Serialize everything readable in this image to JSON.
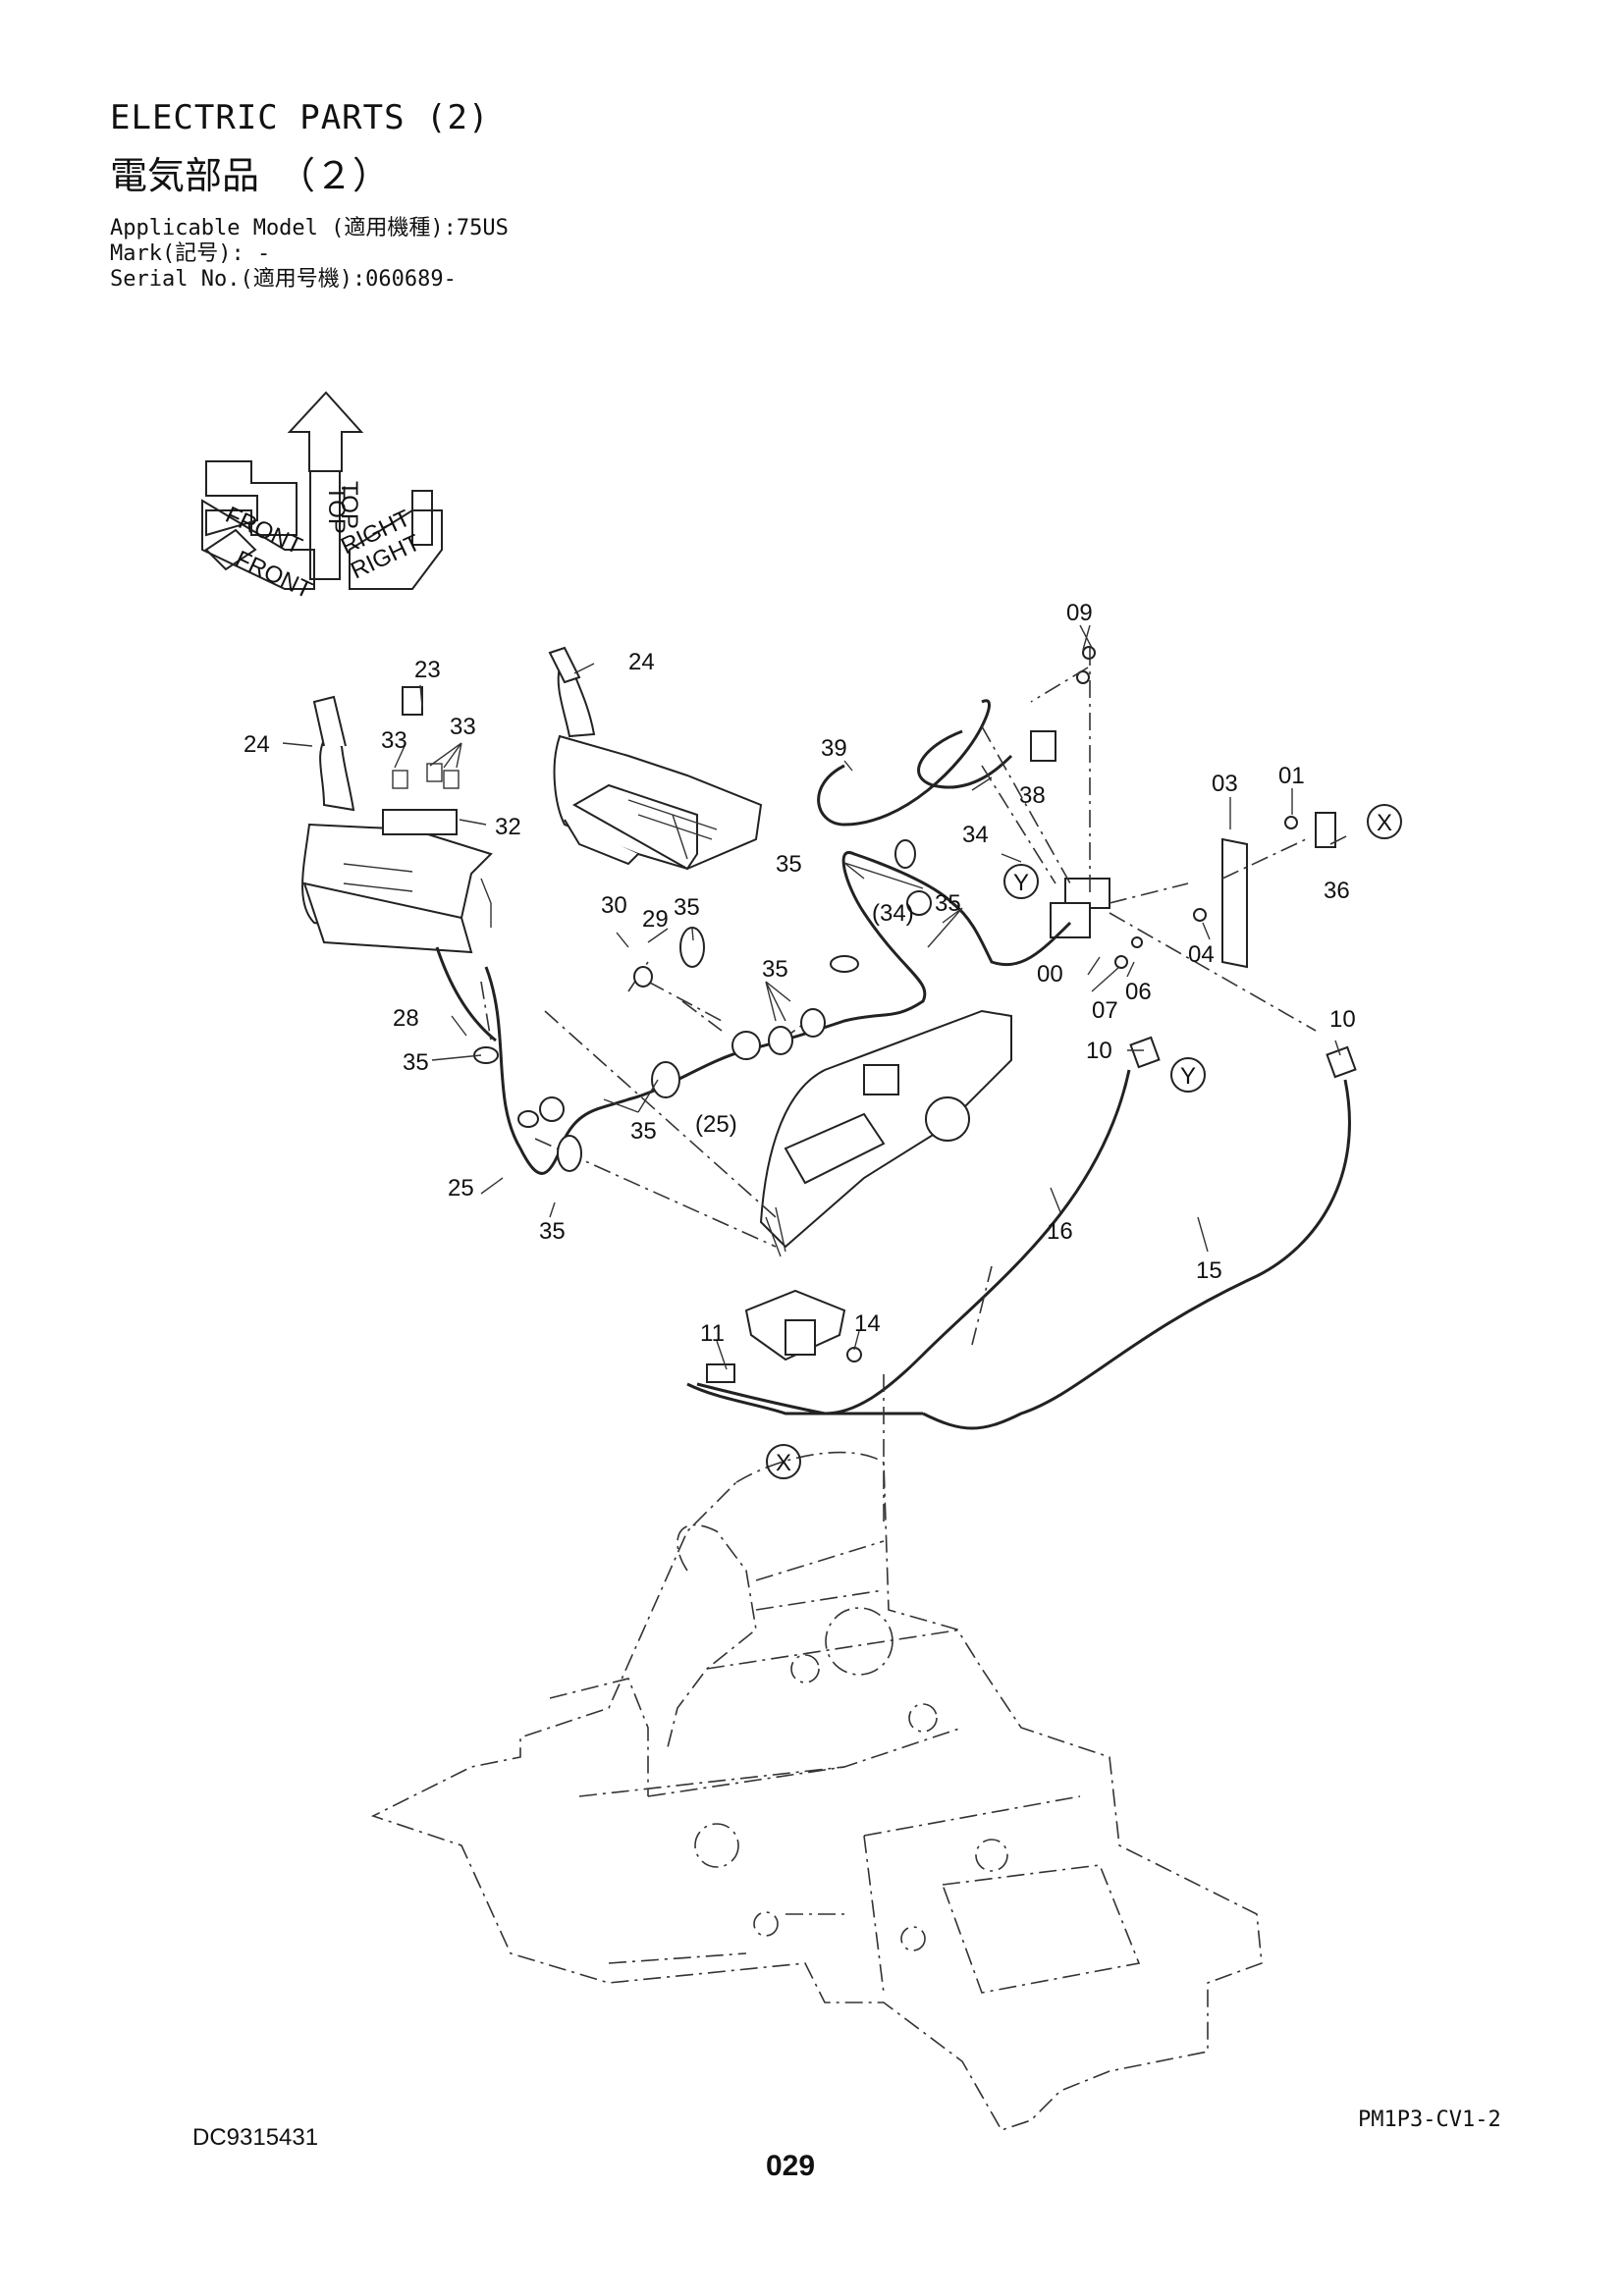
{
  "header": {
    "title_en": "ELECTRIC PARTS (2)",
    "title_jp": "電気部品　（２）",
    "applicable_model": "Applicable Model (適用機種):75US",
    "mark": "Mark(記号): -",
    "serial_no": "Serial No.(適用号機):060689-"
  },
  "orientation": {
    "top": "TOP",
    "front": "FRONT",
    "right": "RIGHT"
  },
  "callouts": {
    "c09": "09",
    "c23": "23",
    "c24a": "24",
    "c24b": "24",
    "c33a": "33",
    "c33b": "33",
    "c32": "32",
    "c39": "39",
    "c38": "38",
    "c03": "03",
    "c01": "01",
    "c36": "36",
    "c34": "34",
    "c35a": "35",
    "c35b": "35",
    "c35c": "35",
    "c35d": "35",
    "c35e": "35",
    "c35f": "35",
    "c35g": "35",
    "c34p": "(34)",
    "c25p": "(25)",
    "c30": "30",
    "c29": "29",
    "c00": "00",
    "c06": "06",
    "c07": "07",
    "c04": "04",
    "c28": "28",
    "c25": "25",
    "c10a": "10",
    "c10b": "10",
    "c16": "16",
    "c15": "15",
    "c11": "11",
    "c14": "14"
  },
  "refs": {
    "x1": "X",
    "x2": "X",
    "y1": "Y",
    "y2": "Y"
  },
  "footer": {
    "drawing_no": "DC9315431",
    "page_code": "PM1P3-CV1-2",
    "page_number": "029"
  }
}
